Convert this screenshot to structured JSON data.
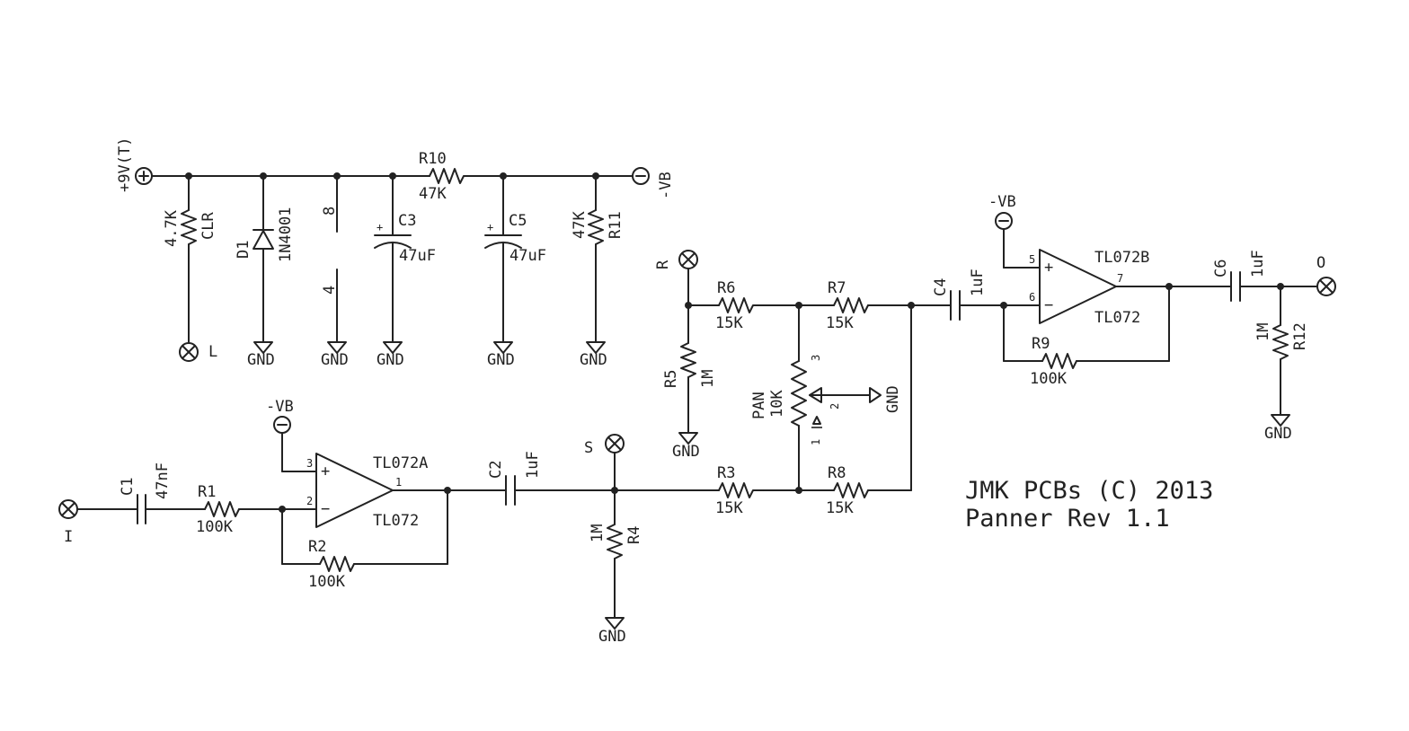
{
  "supply": {
    "plus9v": "+9V(T)",
    "minus_vb": "-VB",
    "gnd": "GND"
  },
  "components": {
    "r_clr": {
      "name": "CLR",
      "value": "4.7K"
    },
    "d1": {
      "name": "D1",
      "value": "1N4001"
    },
    "ic_power": {
      "pin_top": "8",
      "pin_bottom": "4"
    },
    "c3": {
      "name": "C3",
      "value": "47uF",
      "polarity": "+"
    },
    "r10": {
      "name": "R10",
      "value": "47K"
    },
    "c5": {
      "name": "C5",
      "value": "47uF",
      "polarity": "+"
    },
    "r11": {
      "name": "R11",
      "value": "47K"
    },
    "c1": {
      "name": "C1",
      "value": "47nF"
    },
    "r1": {
      "name": "R1",
      "value": "100K"
    },
    "r2": {
      "name": "R2",
      "value": "100K"
    },
    "u1a": {
      "name": "TL072A",
      "type": "TL072",
      "pin_plus": "3",
      "pin_minus": "2",
      "pin_out": "1",
      "plus": "+",
      "minus": "−"
    },
    "c2": {
      "name": "C2",
      "value": "1uF"
    },
    "r4": {
      "name": "R4",
      "value": "1M"
    },
    "r3": {
      "name": "R3",
      "value": "15K"
    },
    "r8": {
      "name": "R8",
      "value": "15K"
    },
    "r5": {
      "name": "R5",
      "value": "1M"
    },
    "r6": {
      "name": "R6",
      "value": "15K"
    },
    "r7": {
      "name": "R7",
      "value": "15K"
    },
    "pan": {
      "name": "PAN",
      "value": "10K",
      "pin1": "1",
      "pin2": "2",
      "pin3": "3"
    },
    "c4": {
      "name": "C4",
      "value": "1uF"
    },
    "u1b": {
      "name": "TL072B",
      "type": "TL072",
      "pin_plus": "5",
      "pin_minus": "6",
      "pin_out": "7",
      "plus": "+",
      "minus": "−"
    },
    "r9": {
      "name": "R9",
      "value": "100K"
    },
    "c6": {
      "name": "C6",
      "value": "1uF"
    },
    "r12": {
      "name": "R12",
      "value": "1M"
    }
  },
  "ports": {
    "input": "I",
    "output": "O",
    "l": "L",
    "r": "R",
    "s": "S"
  },
  "title_block": {
    "line1": "JMK PCBs (C) 2013",
    "line2": "Panner Rev 1.1"
  }
}
